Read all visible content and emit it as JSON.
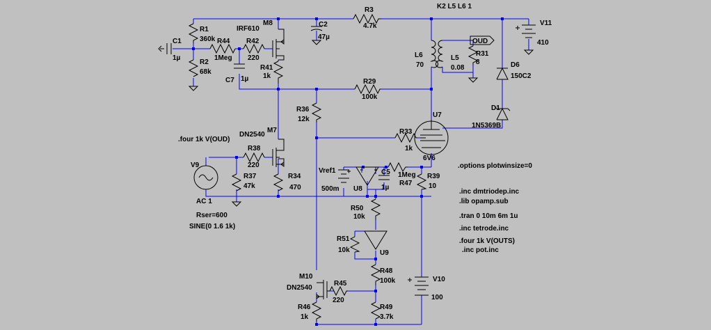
{
  "components": {
    "R1": {
      "ref": "R1",
      "value": "360k"
    },
    "R2": {
      "ref": "R2",
      "value": "68k"
    },
    "C1": {
      "ref": "C1",
      "value": "1µ"
    },
    "R44": {
      "ref": "R44",
      "value": "1Meg"
    },
    "R42": {
      "ref": "R42",
      "value": "220"
    },
    "M8": {
      "ref": "M8",
      "model": "IRF610"
    },
    "C7": {
      "ref": "C7",
      "value": "1µ"
    },
    "R41": {
      "ref": "R41",
      "value": "1k"
    },
    "C2": {
      "ref": "C2",
      "value": "47µ"
    },
    "R3": {
      "ref": "R3",
      "value": "4.7k"
    },
    "V11": {
      "ref": "V11",
      "value": "410"
    },
    "L6": {
      "ref": "L6",
      "value": "70"
    },
    "L5": {
      "ref": "L5",
      "value": "0.08"
    },
    "R31": {
      "ref": "R31",
      "value": "8"
    },
    "D6": {
      "ref": "D6",
      "model": "150C2"
    },
    "D1": {
      "ref": "D1",
      "model": "1N5369B"
    },
    "R29": {
      "ref": "R29",
      "value": "100k"
    },
    "R36": {
      "ref": "R36",
      "value": "12k"
    },
    "M7": {
      "ref": "M7",
      "model": "DN2540"
    },
    "R38": {
      "ref": "R38",
      "value": "220"
    },
    "R37": {
      "ref": "R37",
      "value": "47k"
    },
    "R34": {
      "ref": "R34",
      "value": "470"
    },
    "V9": {
      "ref": "V9",
      "value": "AC 1",
      "rser": "Rser=600",
      "sine": "SINE(0 1.6 1k)"
    },
    "R33": {
      "ref": "R33",
      "value": "1k"
    },
    "U7": {
      "ref": "U7",
      "model": "6V6"
    },
    "Vref1": {
      "ref": "Vref1",
      "value": "500m"
    },
    "U8": {
      "ref": "U8"
    },
    "C5": {
      "ref": "C5",
      "value": "1µ"
    },
    "R47": {
      "ref": "R47",
      "value": "1Meg"
    },
    "R39": {
      "ref": "R39",
      "value": "10"
    },
    "R50": {
      "ref": "R50",
      "value": "10k"
    },
    "R51": {
      "ref": "R51",
      "value": "10k"
    },
    "U9": {
      "ref": "U9"
    },
    "M10": {
      "ref": "M10",
      "model": "DN2540"
    },
    "R45": {
      "ref": "R45",
      "value": "220"
    },
    "R48": {
      "ref": "R48",
      "value": "100k"
    },
    "R46": {
      "ref": "R46",
      "value": "1k"
    },
    "R49": {
      "ref": "R49",
      "value": "3.7k"
    },
    "V10": {
      "ref": "V10",
      "value": "100"
    }
  },
  "labels": {
    "coupling": "K2 L5 L6 1",
    "oud_flag": "OUD",
    "four_oud": ".four 1k V(OUD)"
  },
  "directives": [
    ".options plotwinsize=0",
    ".inc dmtriodep.inc",
    ".lib opamp.sub",
    ".tran 0 10m 6m 1u",
    ".inc tetrode.inc",
    ".four 1k V(OUTS)",
    ".inc pot.inc"
  ]
}
